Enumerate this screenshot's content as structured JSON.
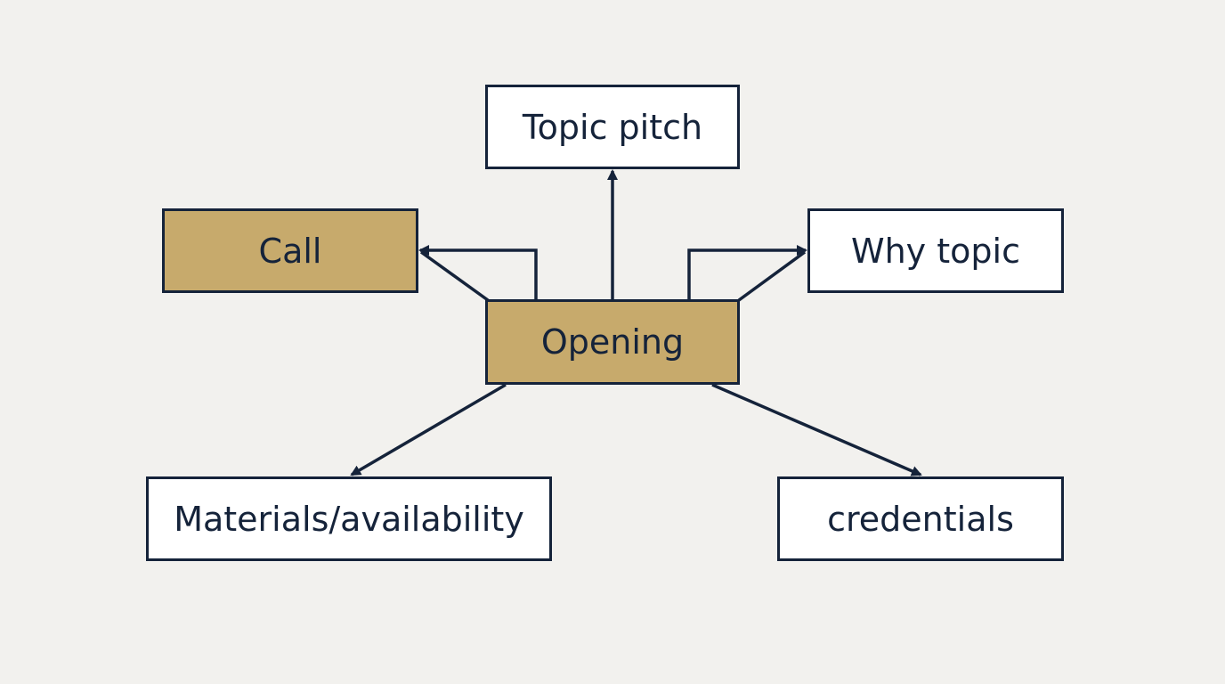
{
  "colors": {
    "background": "#f2f1ee",
    "stroke": "#15233a",
    "node_fill": "#ffffff",
    "highlight_fill": "#c7aa6c"
  },
  "nodes": {
    "topic_pitch": "Topic pitch",
    "call": "Call",
    "why_topic": "Why topic",
    "opening": "Opening",
    "materials": "Materials/availability",
    "credentials": "credentials"
  },
  "edges": [
    {
      "from": "opening",
      "to": "topic_pitch"
    },
    {
      "from": "opening",
      "to": "call"
    },
    {
      "from": "opening",
      "to": "why_topic"
    },
    {
      "from": "opening",
      "to": "materials"
    },
    {
      "from": "opening",
      "to": "credentials"
    }
  ]
}
